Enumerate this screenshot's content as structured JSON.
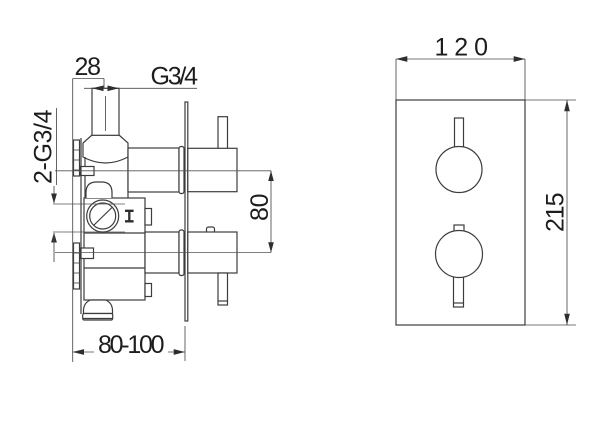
{
  "diagram": {
    "side_view": {
      "pipe_od": "28",
      "outlet_thread": "G3/4",
      "inlet_threads": "2-G3/4",
      "port_spacing": "80",
      "install_depth": "80-100"
    },
    "front_view": {
      "plate_width": "120",
      "plate_height": "215"
    },
    "colors": {
      "line": "#3c3c3c",
      "dimension_line": "#4a4a4a",
      "text": "#1d1d1d",
      "background": "#ffffff"
    }
  }
}
